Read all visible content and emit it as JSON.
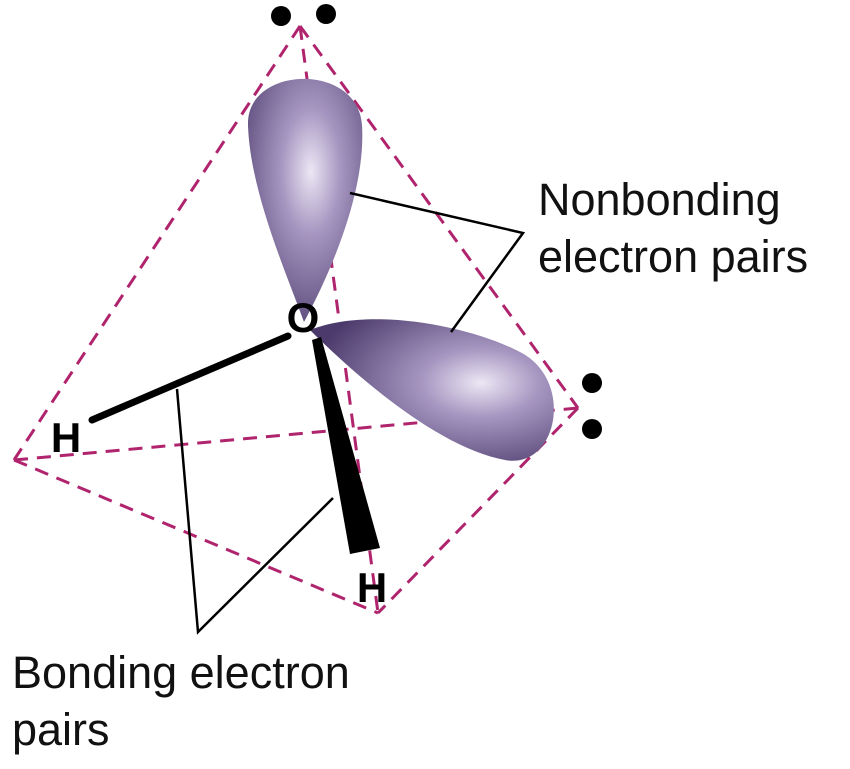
{
  "atoms": {
    "center": "O",
    "hydrogen_left": "H",
    "hydrogen_front": "H"
  },
  "labels": {
    "nonbonding_line1": "Nonbonding",
    "nonbonding_line2": "electron pairs",
    "bonding_line1": "Bonding electron",
    "bonding_line2": "pairs"
  },
  "colors": {
    "tetrahedron_edge": "#b0246e",
    "orbital_fill": "#5e4a7f",
    "orbital_highlight": "#e4def0",
    "bond": "#000000",
    "leader_line": "#000000"
  }
}
